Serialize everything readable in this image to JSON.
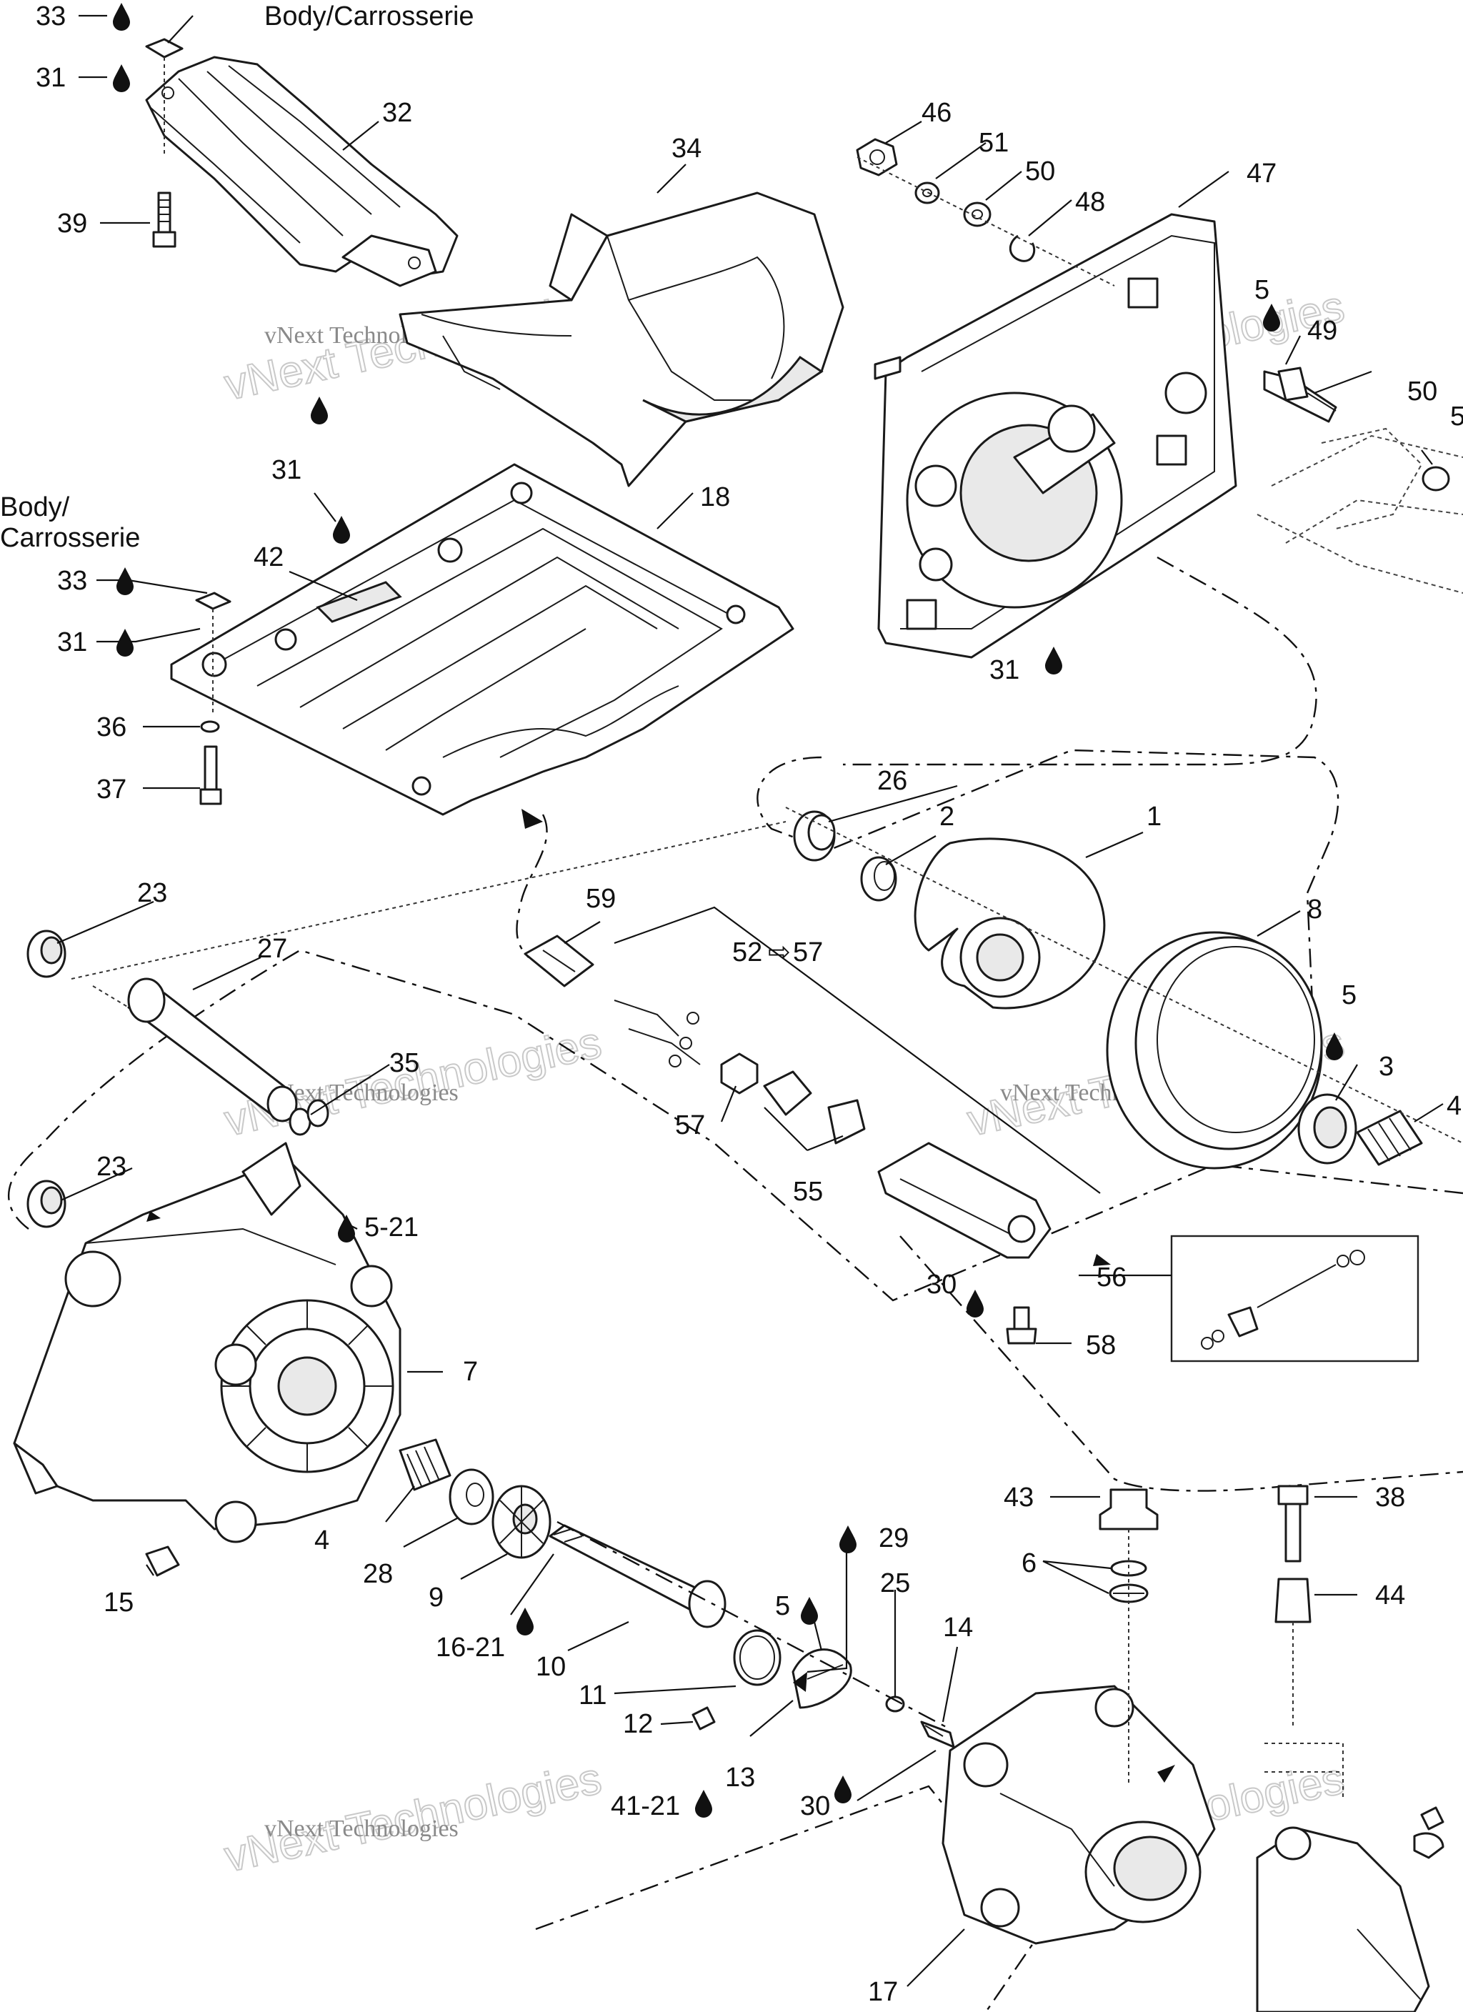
{
  "labels": {
    "body_top": "Body/Carrosserie",
    "body_left_1": "Body/",
    "body_left_2": "Carrosserie",
    "watermark_small": "vNext Technologies",
    "watermark_big": "vNext Technologies"
  },
  "callouts": {
    "c33a": "33",
    "c31a": "31",
    "c32": "32",
    "c39": "39",
    "c34": "34",
    "c31b": "31",
    "c46": "46",
    "c51": "51",
    "c50a": "50",
    "c48": "48",
    "c47": "47",
    "c5a": "5",
    "c49": "49",
    "c50b": "50",
    "c5b": "5",
    "c18": "18",
    "c42": "42",
    "c33b": "33",
    "c31c": "31",
    "c31d": "31",
    "c36": "36",
    "c37": "37",
    "c26": "26",
    "c2": "2",
    "c1": "1",
    "c8": "8",
    "c59": "59",
    "c52": "52",
    "c57a": "57",
    "c23a": "23",
    "c27": "27",
    "c35": "35",
    "c57b": "57",
    "c55": "55",
    "c5c": "5",
    "c3": "3",
    "c4a": "4",
    "c23b": "23",
    "c5_21": "5-21",
    "c7": "7",
    "c30a": "30",
    "c58": "58",
    "c56": "56",
    "c15": "15",
    "c4b": "4",
    "c28": "28",
    "c9": "9",
    "c16_21": "16-21",
    "c10": "10",
    "c11": "11",
    "c12": "12",
    "c41_21": "41-21",
    "c13": "13",
    "c5d": "5",
    "c29": "29",
    "c25": "25",
    "c14": "14",
    "c30b": "30",
    "c43": "43",
    "c6": "6",
    "c38": "38",
    "c44": "44",
    "c17": "17"
  }
}
